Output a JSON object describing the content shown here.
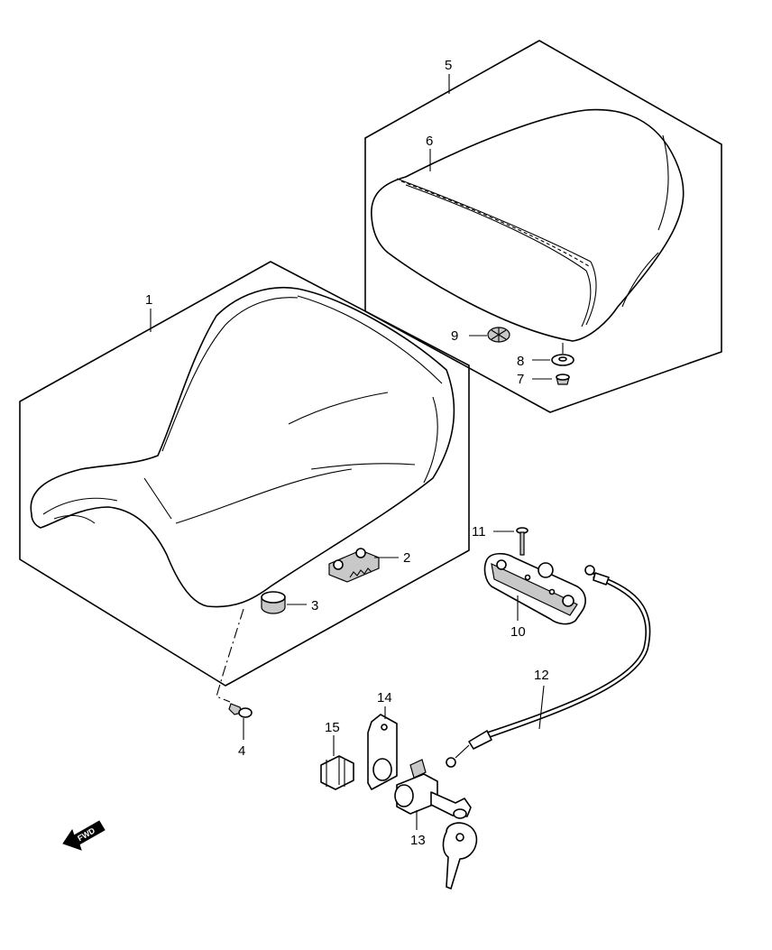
{
  "diagram": {
    "parts": [
      {
        "id": "p1",
        "label": "1"
      },
      {
        "id": "p2",
        "label": "2"
      },
      {
        "id": "p3",
        "label": "3"
      },
      {
        "id": "p4",
        "label": "4"
      },
      {
        "id": "p5",
        "label": "5"
      },
      {
        "id": "p6",
        "label": "6"
      },
      {
        "id": "p7",
        "label": "7"
      },
      {
        "id": "p8",
        "label": "8"
      },
      {
        "id": "p9",
        "label": "9"
      },
      {
        "id": "p10",
        "label": "10"
      },
      {
        "id": "p11",
        "label": "11"
      },
      {
        "id": "p12",
        "label": "12"
      },
      {
        "id": "p13",
        "label": "13"
      },
      {
        "id": "p14",
        "label": "14"
      },
      {
        "id": "p15",
        "label": "15"
      }
    ],
    "direction_arrow": {
      "label": "FWD",
      "icon": "forward-direction-arrow-icon"
    },
    "colors": {
      "line": "#000000",
      "background": "#ffffff",
      "part_fill": "#c8c8c8"
    }
  }
}
